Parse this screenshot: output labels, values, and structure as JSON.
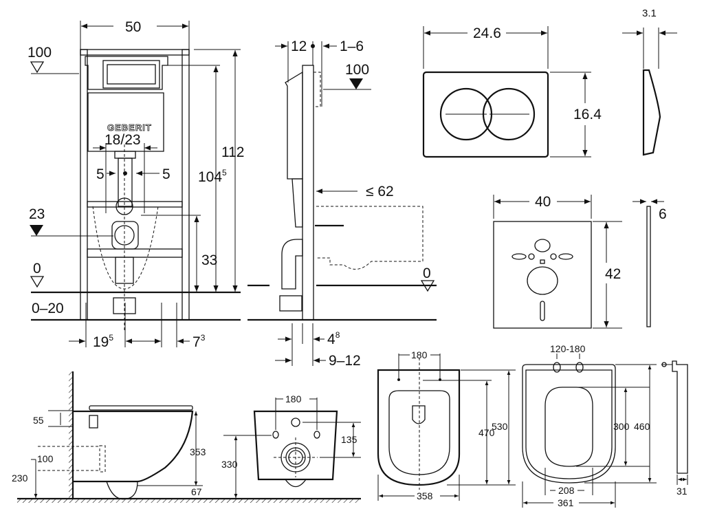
{
  "brand": "GEBERIT",
  "frame_front": {
    "width": "50",
    "level_100": "100",
    "height_112": "112",
    "height_104": "104",
    "height_104_sup": "5",
    "flush_range": "18/23",
    "offset_left": "5",
    "offset_right": "5",
    "level_23": "23",
    "height_33": "33",
    "level_0": "0",
    "floor_range": "0–20",
    "leg_195": "19",
    "leg_195_sup": "5",
    "leg_73": "7",
    "leg_73_sup": "3"
  },
  "frame_side": {
    "depth_12": "12",
    "plate_1_6": "1–6",
    "level_100": "100",
    "bowl_62": "≤ 62",
    "level_0": "0",
    "depth_48": "4",
    "depth_48_sup": "8",
    "depth_9_12": "9–12"
  },
  "flush_plate": {
    "width": "24.6",
    "height": "16.4",
    "thickness": "3.1"
  },
  "insulation_plate": {
    "width": "40",
    "height": "42",
    "thickness": "6"
  },
  "toilet_side": {
    "d55": "55",
    "d100": "100",
    "d230": "230",
    "d353": "353",
    "d67": "67"
  },
  "toilet_front": {
    "d180": "180",
    "d135": "135",
    "d330": "330"
  },
  "toilet_top": {
    "d180": "180",
    "d470": "470",
    "d530": "530",
    "d358": "358"
  },
  "seat": {
    "d120_180": "120-180",
    "d300": "300",
    "d460": "460",
    "d208": "208",
    "d361": "361",
    "d31": "31"
  }
}
